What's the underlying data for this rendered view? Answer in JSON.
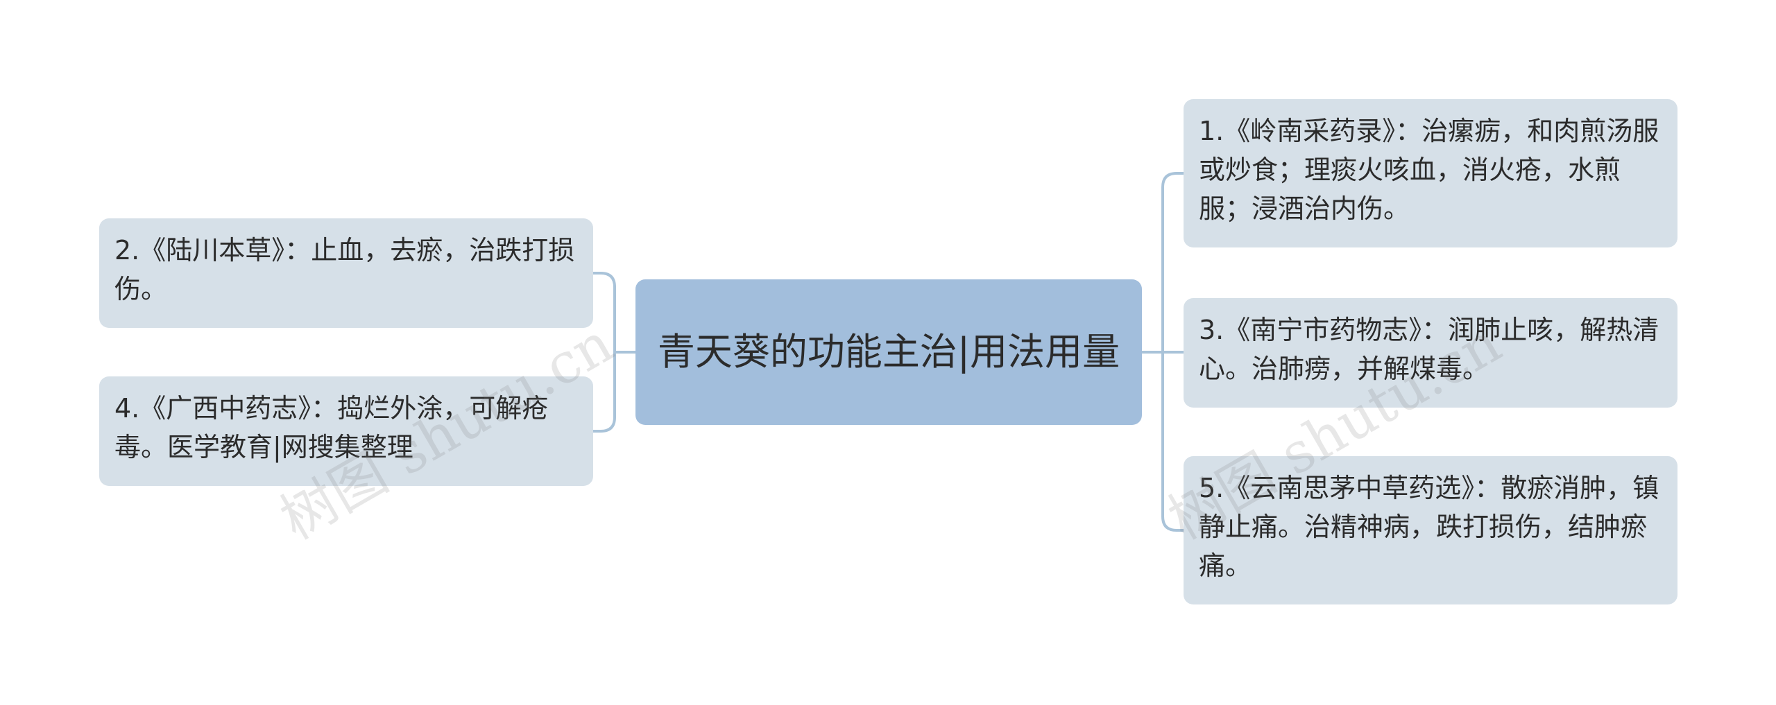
{
  "root": {
    "label": "青天葵的功能主治|用法用量"
  },
  "nodes": [
    {
      "id": "n1",
      "side": "right",
      "text": "1.《岭南采药录》：治瘰疬，和肉煎汤服或炒食；理痰火咳血，消火疮，水煎服；浸酒治内伤。"
    },
    {
      "id": "n2",
      "side": "left",
      "text": "2.《陆川本草》：止血，去瘀，治跌打损伤。"
    },
    {
      "id": "n3",
      "side": "right",
      "text": "3.《南宁市药物志》：润肺止咳，解热清心。治肺痨，并解煤毒。"
    },
    {
      "id": "n4",
      "side": "left",
      "text": "4.《广西中药志》：捣烂外涂，可解疮毒。医学教育|网搜集整理"
    },
    {
      "id": "n5",
      "side": "right",
      "text": "5.《云南思茅中草药选》：散瘀消肿，镇静止痛。治精神病，跌打损伤，结肿瘀痛。"
    }
  ],
  "watermark": {
    "text": "树图 shutu.cn"
  },
  "colors": {
    "root_fill": "#a2bedc",
    "node_fill": "#d6e0e8",
    "connector": "#a9c3d9"
  }
}
